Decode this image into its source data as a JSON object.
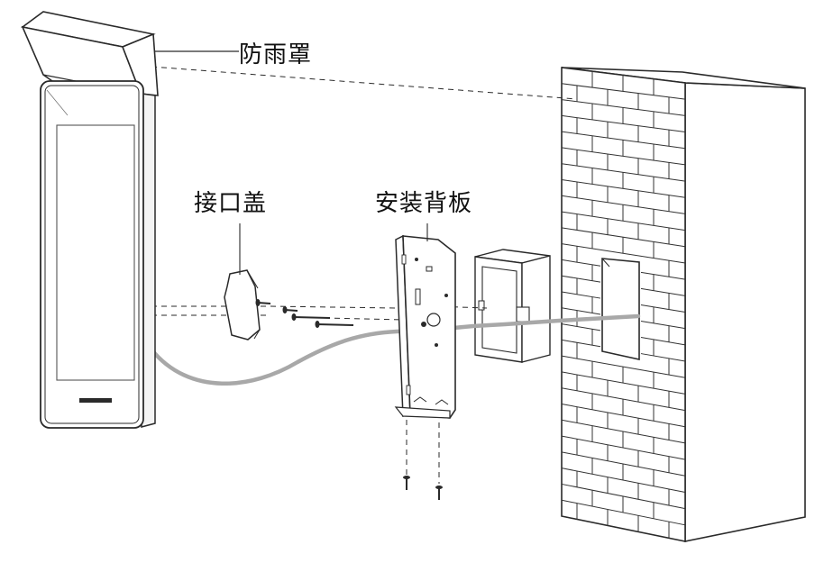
{
  "labels": {
    "rain_cover": "防雨罩",
    "port_cover": "接口盖",
    "mounting_plate": "安装背板"
  },
  "colors": {
    "line": "#2a2a2a",
    "cable": "#a8a8a8",
    "device_frame": "#f4f4f4",
    "brick_line": "#333333"
  },
  "icons": [
    "screw-icon"
  ]
}
